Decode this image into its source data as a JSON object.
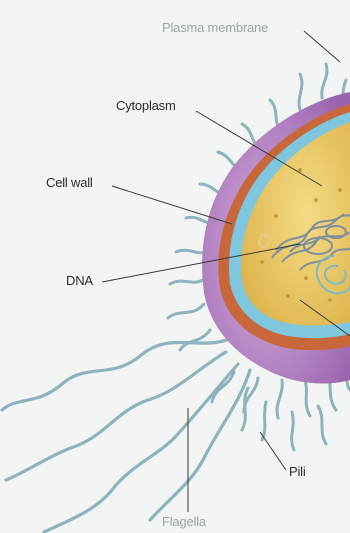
{
  "labels": {
    "plasma_membrane": "Plasma membrane",
    "cytoplasm": "Cytoplasm",
    "cell_wall": "Cell wall",
    "dna": "DNA",
    "pili": "Pili",
    "flagella": "Flagella"
  },
  "colors": {
    "background": "#f3f5f4",
    "capsule": "#b57fc4",
    "cell_wall": "#c8683a",
    "plasma_membrane": "#7fc6df",
    "cytoplasm": "#edc65a",
    "dna": "#7f8f9c",
    "appendages": "#8db3bd"
  }
}
